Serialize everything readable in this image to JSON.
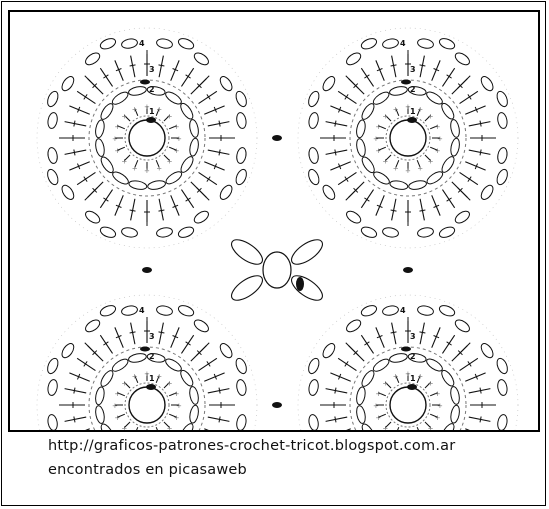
{
  "image": {
    "source_url": "http://graficos-patrones-crochet-tricot.blogspot.com.ar",
    "source_note": "encontrados en  picasaweb"
  },
  "pattern": {
    "round_labels": [
      "1",
      "2",
      "3",
      "4"
    ],
    "ink_color": "#111111",
    "symbol_gray": "#777777"
  }
}
